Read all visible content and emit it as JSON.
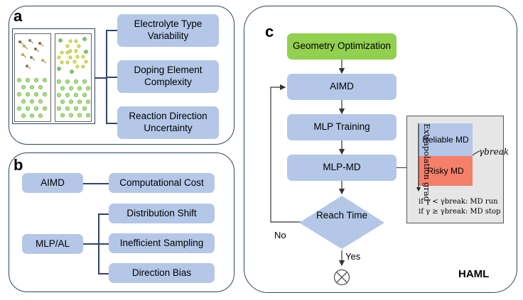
{
  "panel_a": {
    "label": "a",
    "boxes": [
      "Electrolyte Type Variability",
      "Doping Element Complexity",
      "Reaction Direction Uncertainty"
    ]
  },
  "panel_b": {
    "label": "b",
    "aimd": "AIMD",
    "aimd_issue": "Computational Cost",
    "mlpal": "MLP/AL",
    "mlpal_issues": [
      "Distribution Shift",
      "Inefficient Sampling",
      "Direction Bias"
    ]
  },
  "panel_c": {
    "label": "c",
    "steps": {
      "geometry": "Geometry Optimization",
      "aimd": "AIMD",
      "training": "MLP Training",
      "mlpmd": "MLP-MD",
      "decision": "Reach Time"
    },
    "no_label": "No",
    "yes_label": "Yes",
    "haml": "HAML",
    "inset": {
      "axis_label": "Extrapolation grad",
      "reliable": "Reliable MD",
      "risky": "Risky MD",
      "threshold": "γbreak",
      "rule_run": "if γ < γbreak: MD run",
      "rule_stop": "if γ ≥ γbreak: MD stop",
      "reliable_color": "#b4c7e7",
      "risky_color": "#f4806a"
    }
  }
}
